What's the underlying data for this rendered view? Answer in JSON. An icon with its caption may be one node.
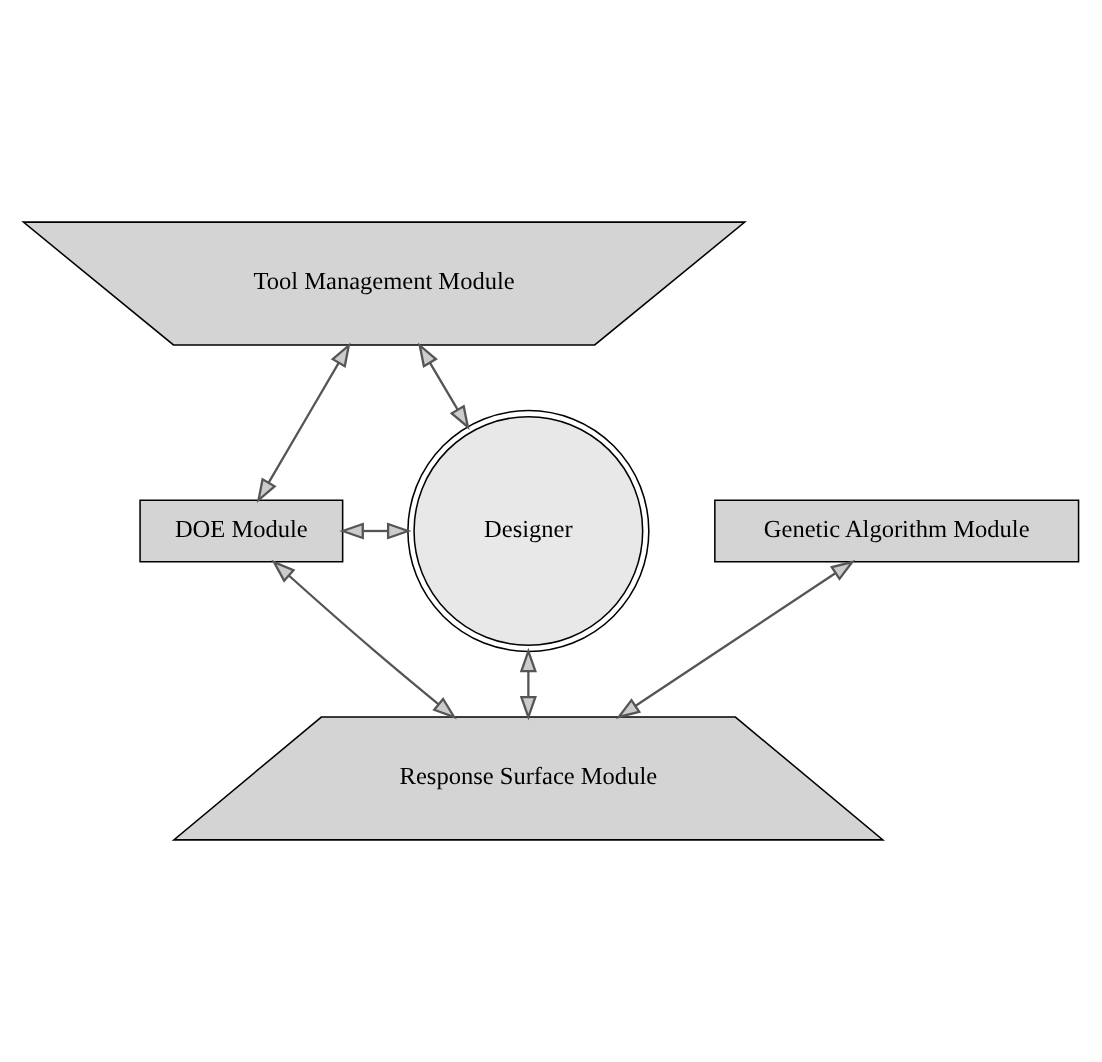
{
  "diagram": {
    "nodes": [
      {
        "text": [
          "Tool Management Module"
        ]
      },
      {
        "text": [
          "DOE Module"
        ]
      },
      {
        "text": [
          "Designer"
        ]
      },
      {
        "text": [
          "Genetic Algorithm Module"
        ]
      },
      {
        "text": [
          "Response Surface Module"
        ]
      }
    ],
    "edges": [
      {
        "from": 0,
        "to": 2,
        "arrow": "both"
      },
      {
        "from": 1,
        "to": 2,
        "arrow": "both"
      },
      {
        "from": 2,
        "to": 4,
        "arrow": "both"
      },
      {
        "from": 0,
        "to": 1,
        "arrow": "both"
      },
      {
        "from": 1,
        "to": 4,
        "arrow": "both"
      },
      {
        "from": 4,
        "to": 3,
        "arrow": "both"
      }
    ]
  }
}
